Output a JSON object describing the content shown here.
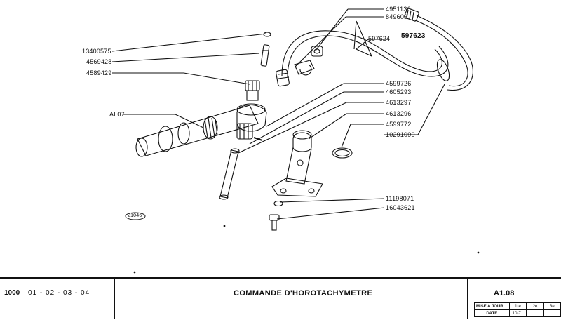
{
  "diagram": {
    "part_numbers": {
      "p4951136": "4951136",
      "p849603": "849603",
      "p597624": "597624",
      "p597623": "597623",
      "p13400575": "13400575",
      "p4569428": "4569428",
      "p4589429": "4589429",
      "pAL07": "AL07",
      "p4599726": "4599726",
      "p4605293": "4605293",
      "p4613297": "4613297",
      "p4613296": "4613296",
      "p4599772": "4599772",
      "p10291090": "10291090",
      "p11198071": "11198071",
      "p16043621": "16043621"
    },
    "stamp": "21046"
  },
  "title_block": {
    "reference": "1000",
    "groups": "01 - 02 - 03 - 04",
    "title": "COMMANDE D'HOROTACHYMETRE",
    "code": "A1.08",
    "revisions": {
      "mise_a_jour_label": "MISE A JOUR",
      "date_label": "DATE",
      "col1": "1re",
      "col2": "2e",
      "col3": "3e",
      "date_value": "10-71"
    }
  }
}
